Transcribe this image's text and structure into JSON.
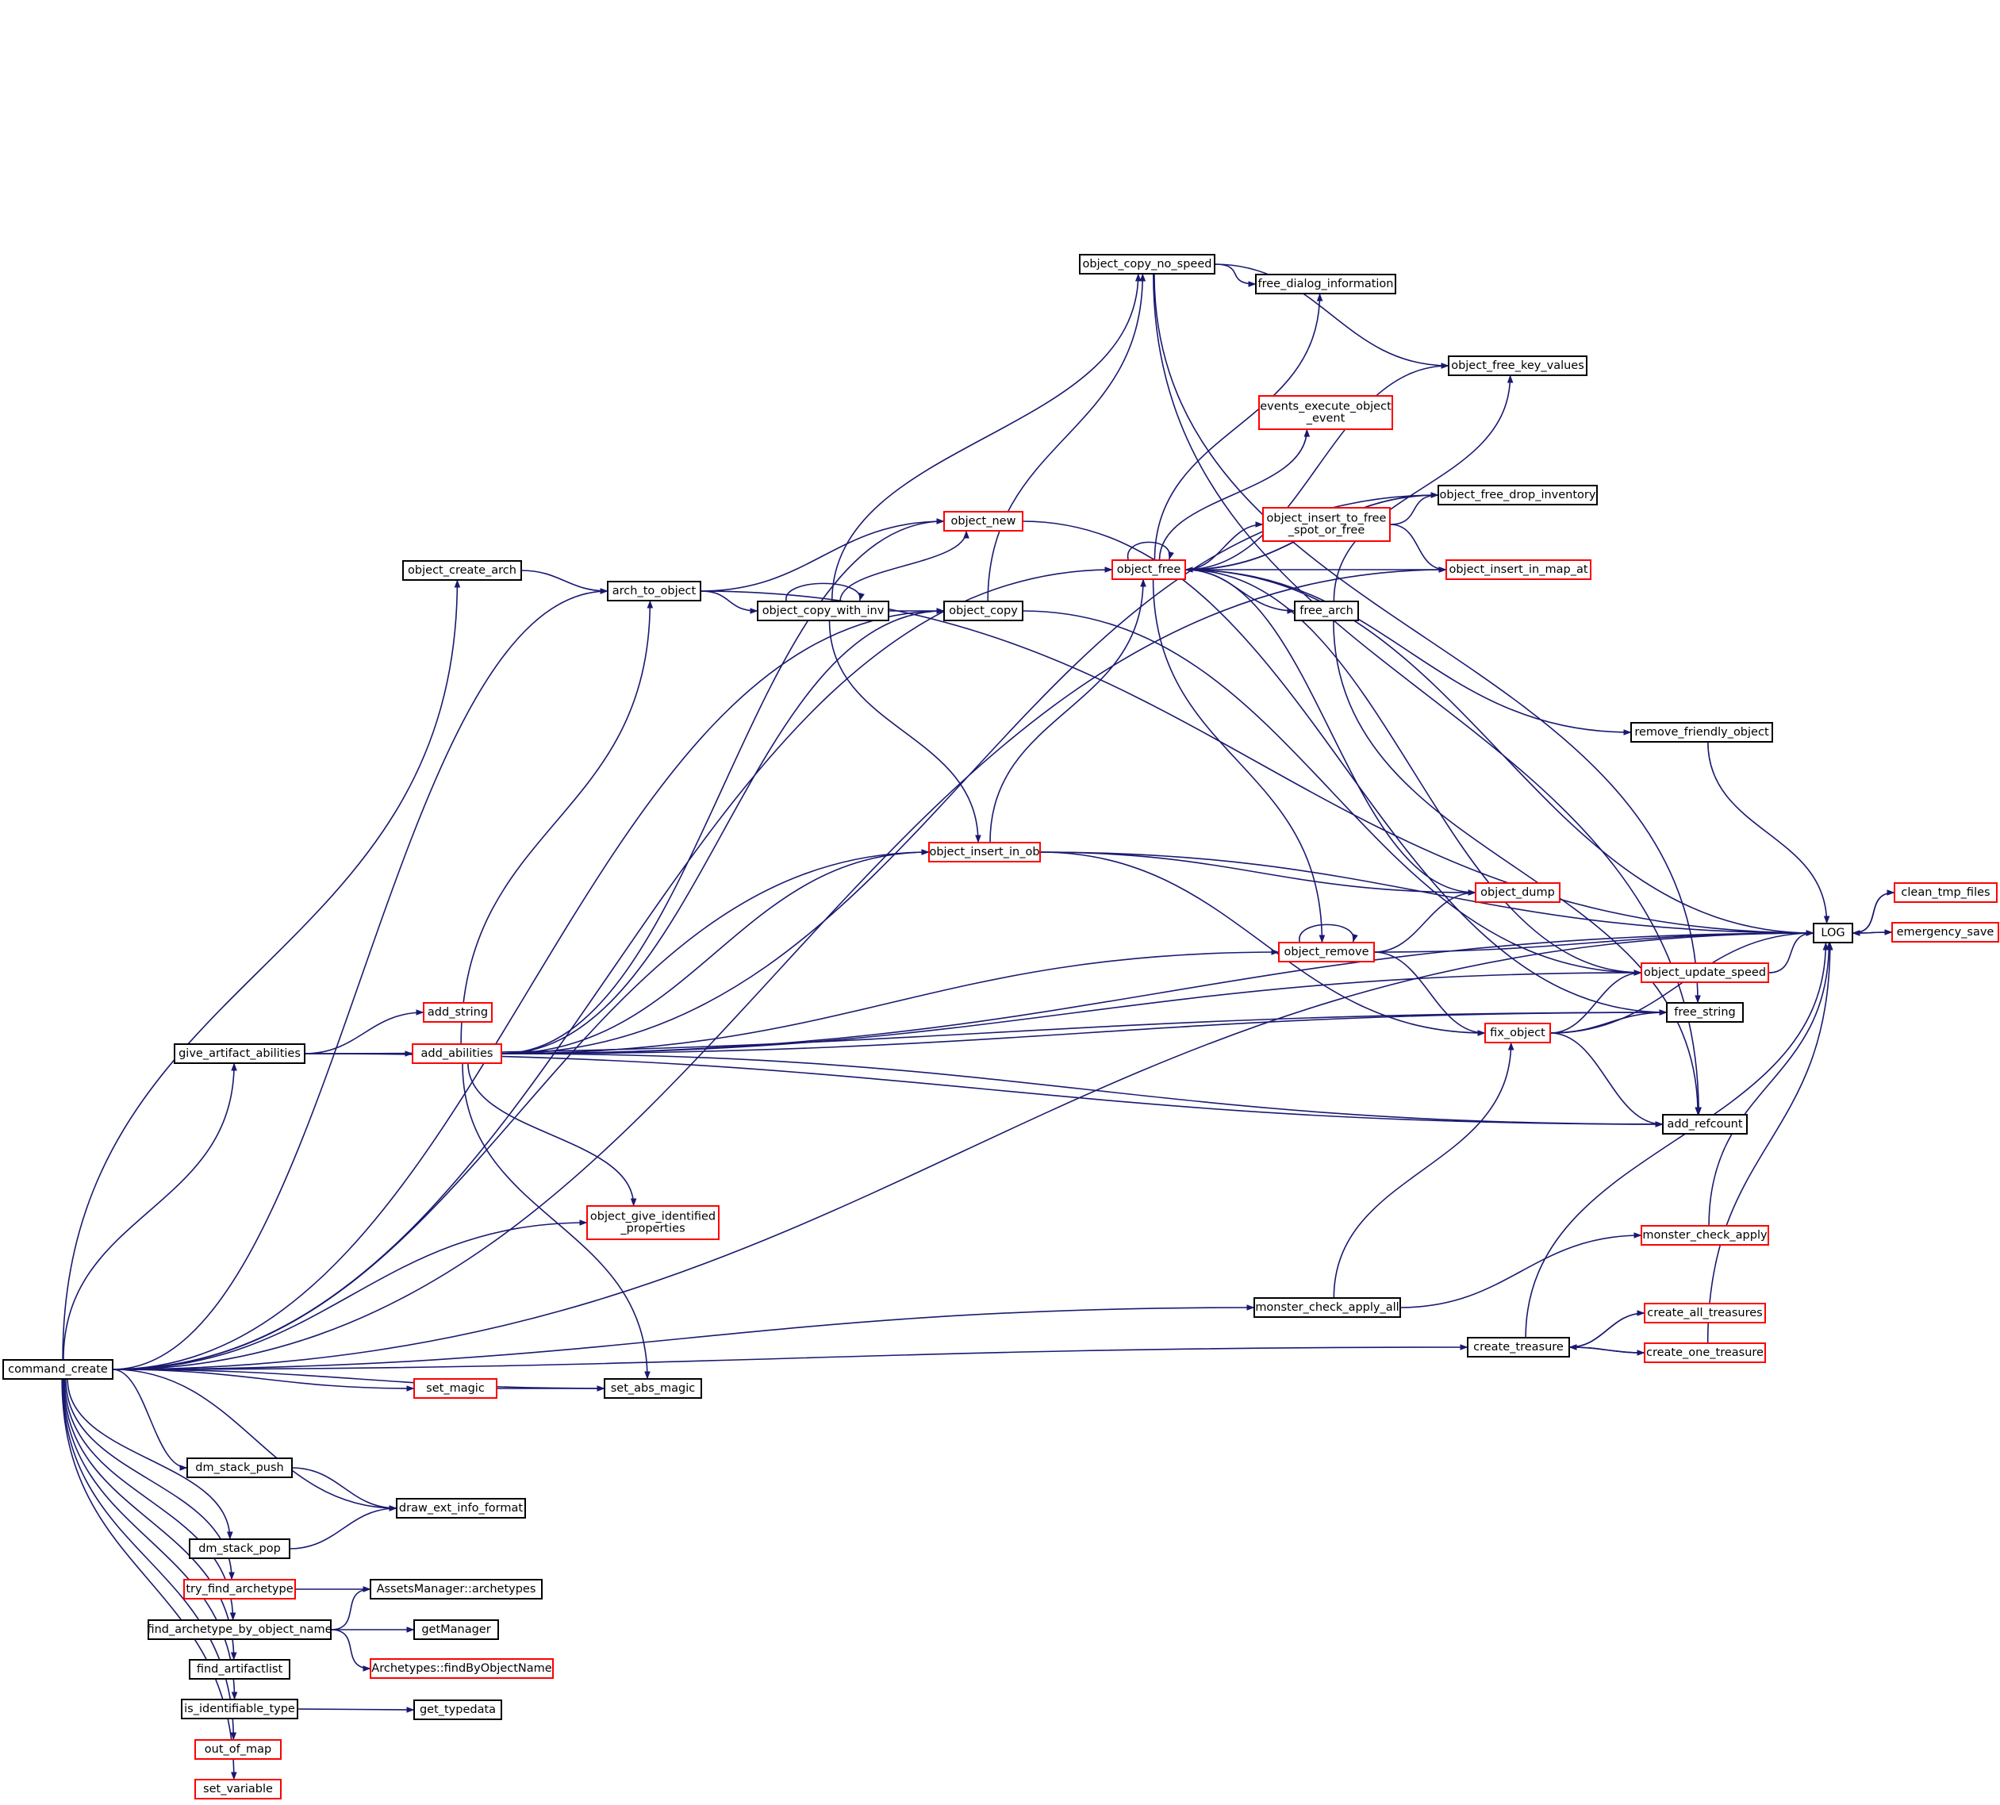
{
  "colors": {
    "edge": "#191970",
    "border_default": "#000000",
    "border_linked": "#ff0000",
    "root_fill": "#bfbfbf",
    "node_fill": "#ffffff"
  },
  "nodes": [
    {
      "id": "command_create",
      "label": "command_create",
      "border": "black",
      "root": true
    },
    {
      "id": "LOG",
      "label": "LOG",
      "border": "black"
    },
    {
      "id": "clean_tmp_files",
      "label": "clean_tmp_files",
      "border": "red"
    },
    {
      "id": "emergency_save",
      "label": "emergency_save",
      "border": "red"
    },
    {
      "id": "object_create_arch",
      "label": "object_create_arch",
      "border": "black"
    },
    {
      "id": "arch_to_object",
      "label": "arch_to_object",
      "border": "black"
    },
    {
      "id": "object_new",
      "label": "object_new",
      "border": "red"
    },
    {
      "id": "object_copy_with_inv",
      "label": "object_copy_with_inv",
      "border": "black"
    },
    {
      "id": "object_copy",
      "label": "object_copy",
      "border": "black"
    },
    {
      "id": "object_copy_no_speed",
      "label": "object_copy_no_speed",
      "border": "black"
    },
    {
      "id": "free_dialog_information",
      "label": "free_dialog_information",
      "border": "black"
    },
    {
      "id": "object_free_key_values",
      "label": "object_free_key_values",
      "border": "black"
    },
    {
      "id": "events_execute_object_event",
      "label": [
        "events_execute_object",
        "_event"
      ],
      "border": "red"
    },
    {
      "id": "object_free_drop_inventory",
      "label": "object_free_drop_inventory",
      "border": "black"
    },
    {
      "id": "object_insert_to_free_spot_or_free",
      "label": [
        "object_insert_to_free",
        "_spot_or_free"
      ],
      "border": "red"
    },
    {
      "id": "object_insert_in_map_at",
      "label": "object_insert_in_map_at",
      "border": "red"
    },
    {
      "id": "object_free",
      "label": "object_free",
      "border": "red"
    },
    {
      "id": "free_arch",
      "label": "free_arch",
      "border": "black"
    },
    {
      "id": "remove_friendly_object",
      "label": "remove_friendly_object",
      "border": "black"
    },
    {
      "id": "object_insert_in_ob",
      "label": "object_insert_in_ob",
      "border": "red"
    },
    {
      "id": "object_dump",
      "label": "object_dump",
      "border": "red"
    },
    {
      "id": "object_remove",
      "label": "object_remove",
      "border": "red"
    },
    {
      "id": "object_update_speed",
      "label": "object_update_speed",
      "border": "red"
    },
    {
      "id": "free_string",
      "label": "free_string",
      "border": "black"
    },
    {
      "id": "fix_object",
      "label": "fix_object",
      "border": "red"
    },
    {
      "id": "add_refcount",
      "label": "add_refcount",
      "border": "black"
    },
    {
      "id": "give_artifact_abilities",
      "label": "give_artifact_abilities",
      "border": "black"
    },
    {
      "id": "add_string",
      "label": "add_string",
      "border": "red"
    },
    {
      "id": "add_abilities",
      "label": "add_abilities",
      "border": "red"
    },
    {
      "id": "object_give_identified_properties",
      "label": [
        "object_give_identified",
        "_properties"
      ],
      "border": "red"
    },
    {
      "id": "monster_check_apply",
      "label": "monster_check_apply",
      "border": "red"
    },
    {
      "id": "monster_check_apply_all",
      "label": "monster_check_apply_all",
      "border": "black"
    },
    {
      "id": "create_all_treasures",
      "label": "create_all_treasures",
      "border": "red"
    },
    {
      "id": "create_treasure",
      "label": "create_treasure",
      "border": "black"
    },
    {
      "id": "create_one_treasure",
      "label": "create_one_treasure",
      "border": "red"
    },
    {
      "id": "set_magic",
      "label": "set_magic",
      "border": "red"
    },
    {
      "id": "set_abs_magic",
      "label": "set_abs_magic",
      "border": "black"
    },
    {
      "id": "dm_stack_push",
      "label": "dm_stack_push",
      "border": "black"
    },
    {
      "id": "draw_ext_info_format",
      "label": "draw_ext_info_format",
      "border": "black"
    },
    {
      "id": "dm_stack_pop",
      "label": "dm_stack_pop",
      "border": "black"
    },
    {
      "id": "try_find_archetype",
      "label": "try_find_archetype",
      "border": "red"
    },
    {
      "id": "AssetsManager_archetypes",
      "label": "AssetsManager::archetypes",
      "border": "black"
    },
    {
      "id": "find_archetype_by_object_name",
      "label": "find_archetype_by_object_name",
      "border": "black"
    },
    {
      "id": "getManager",
      "label": "getManager",
      "border": "black"
    },
    {
      "id": "Archetypes_findByObjectName",
      "label": "Archetypes::findByObjectName",
      "border": "red"
    },
    {
      "id": "find_artifactlist",
      "label": "find_artifactlist",
      "border": "black"
    },
    {
      "id": "is_identifiable_type",
      "label": "is_identifiable_type",
      "border": "black"
    },
    {
      "id": "get_typedata",
      "label": "get_typedata",
      "border": "black"
    },
    {
      "id": "out_of_map",
      "label": "out_of_map",
      "border": "red"
    },
    {
      "id": "set_variable",
      "label": "set_variable",
      "border": "red"
    }
  ],
  "edges": [
    [
      "command_create",
      "LOG"
    ],
    [
      "command_create",
      "object_create_arch"
    ],
    [
      "command_create",
      "arch_to_object"
    ],
    [
      "command_create",
      "object_copy"
    ],
    [
      "command_create",
      "object_free"
    ],
    [
      "command_create",
      "object_insert_in_map_at"
    ],
    [
      "command_create",
      "object_insert_in_ob"
    ],
    [
      "command_create",
      "give_artifact_abilities"
    ],
    [
      "command_create",
      "object_give_identified_properties"
    ],
    [
      "command_create",
      "monster_check_apply_all"
    ],
    [
      "command_create",
      "create_treasure"
    ],
    [
      "command_create",
      "set_magic"
    ],
    [
      "command_create",
      "set_abs_magic"
    ],
    [
      "command_create",
      "dm_stack_push"
    ],
    [
      "command_create",
      "draw_ext_info_format"
    ],
    [
      "command_create",
      "dm_stack_pop"
    ],
    [
      "command_create",
      "try_find_archetype"
    ],
    [
      "command_create",
      "find_archetype_by_object_name"
    ],
    [
      "command_create",
      "find_artifactlist"
    ],
    [
      "command_create",
      "is_identifiable_type"
    ],
    [
      "command_create",
      "out_of_map"
    ],
    [
      "command_create",
      "set_variable"
    ],
    [
      "LOG",
      "clean_tmp_files"
    ],
    [
      "LOG",
      "emergency_save"
    ],
    [
      "clean_tmp_files",
      "LOG"
    ],
    [
      "emergency_save",
      "LOG"
    ],
    [
      "object_create_arch",
      "arch_to_object"
    ],
    [
      "arch_to_object",
      "object_new"
    ],
    [
      "arch_to_object",
      "object_copy_with_inv"
    ],
    [
      "arch_to_object",
      "LOG"
    ],
    [
      "object_new",
      "free_string"
    ],
    [
      "object_copy_with_inv",
      "object_copy_with_inv"
    ],
    [
      "object_copy_with_inv",
      "object_new"
    ],
    [
      "object_copy_with_inv",
      "object_copy"
    ],
    [
      "object_copy_with_inv",
      "object_copy_no_speed"
    ],
    [
      "object_copy_with_inv",
      "object_insert_in_ob"
    ],
    [
      "object_copy",
      "object_copy_no_speed"
    ],
    [
      "object_copy",
      "object_update_speed"
    ],
    [
      "object_copy_no_speed",
      "free_dialog_information"
    ],
    [
      "object_copy_no_speed",
      "object_free_key_values"
    ],
    [
      "object_copy_no_speed",
      "free_string"
    ],
    [
      "object_copy_no_speed",
      "add_refcount"
    ],
    [
      "object_free",
      "object_free"
    ],
    [
      "object_free",
      "free_dialog_information"
    ],
    [
      "object_free",
      "object_free_key_values"
    ],
    [
      "object_free",
      "events_execute_object_event"
    ],
    [
      "object_free",
      "object_free_drop_inventory"
    ],
    [
      "object_free",
      "object_insert_to_free_spot_or_free"
    ],
    [
      "object_free",
      "object_insert_in_map_at"
    ],
    [
      "object_free",
      "free_arch"
    ],
    [
      "object_free",
      "remove_friendly_object"
    ],
    [
      "object_free",
      "object_dump"
    ],
    [
      "object_free",
      "object_remove"
    ],
    [
      "object_free",
      "object_update_speed"
    ],
    [
      "object_free",
      "LOG"
    ],
    [
      "object_free_drop_inventory",
      "object_free"
    ],
    [
      "object_insert_to_free_spot_or_free",
      "object_free_drop_inventory"
    ],
    [
      "object_insert_to_free_spot_or_free",
      "object_insert_in_map_at"
    ],
    [
      "free_arch",
      "object_free_key_values"
    ],
    [
      "free_arch",
      "add_refcount"
    ],
    [
      "remove_friendly_object",
      "LOG"
    ],
    [
      "object_insert_in_ob",
      "object_free"
    ],
    [
      "object_insert_in_ob",
      "object_dump"
    ],
    [
      "object_insert_in_ob",
      "LOG"
    ],
    [
      "object_insert_in_ob",
      "fix_object"
    ],
    [
      "object_remove",
      "object_remove"
    ],
    [
      "object_remove",
      "object_dump"
    ],
    [
      "object_remove",
      "LOG"
    ],
    [
      "object_remove",
      "fix_object"
    ],
    [
      "object_update_speed",
      "LOG"
    ],
    [
      "fix_object",
      "object_update_speed"
    ],
    [
      "fix_object",
      "free_string"
    ],
    [
      "fix_object",
      "add_refcount"
    ],
    [
      "fix_object",
      "LOG"
    ],
    [
      "give_artifact_abilities",
      "add_string"
    ],
    [
      "give_artifact_abilities",
      "add_abilities"
    ],
    [
      "give_artifact_abilities",
      "free_string"
    ],
    [
      "give_artifact_abilities",
      "add_refcount"
    ],
    [
      "add_abilities",
      "arch_to_object"
    ],
    [
      "add_abilities",
      "object_new"
    ],
    [
      "add_abilities",
      "object_copy"
    ],
    [
      "add_abilities",
      "object_insert_in_ob"
    ],
    [
      "add_abilities",
      "object_free_drop_inventory"
    ],
    [
      "add_abilities",
      "object_remove"
    ],
    [
      "add_abilities",
      "object_update_speed"
    ],
    [
      "add_abilities",
      "free_string"
    ],
    [
      "add_abilities",
      "add_refcount"
    ],
    [
      "add_abilities",
      "LOG"
    ],
    [
      "add_abilities",
      "object_give_identified_properties"
    ],
    [
      "add_abilities",
      "set_abs_magic"
    ],
    [
      "monster_check_apply_all",
      "fix_object"
    ],
    [
      "monster_check_apply_all",
      "monster_check_apply"
    ],
    [
      "monster_check_apply",
      "LOG"
    ],
    [
      "create_treasure",
      "LOG"
    ],
    [
      "create_treasure",
      "create_all_treasures"
    ],
    [
      "create_treasure",
      "create_one_treasure"
    ],
    [
      "create_all_treasures",
      "create_treasure"
    ],
    [
      "create_one_treasure",
      "create_treasure"
    ],
    [
      "create_one_treasure",
      "LOG"
    ],
    [
      "set_magic",
      "set_abs_magic"
    ],
    [
      "dm_stack_push",
      "draw_ext_info_format"
    ],
    [
      "dm_stack_pop",
      "draw_ext_info_format"
    ],
    [
      "try_find_archetype",
      "AssetsManager_archetypes"
    ],
    [
      "find_archetype_by_object_name",
      "AssetsManager_archetypes"
    ],
    [
      "find_archetype_by_object_name",
      "getManager"
    ],
    [
      "find_archetype_by_object_name",
      "Archetypes_findByObjectName"
    ],
    [
      "is_identifiable_type",
      "get_typedata"
    ]
  ]
}
